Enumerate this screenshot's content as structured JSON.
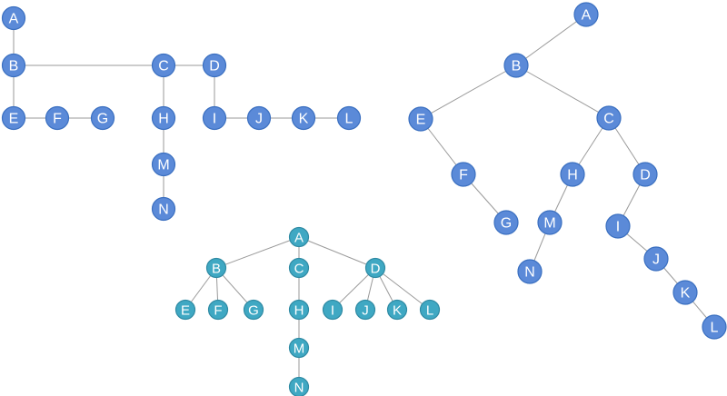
{
  "diagrams": {
    "tree1": {
      "nodes": [
        "A",
        "B",
        "C",
        "D",
        "E",
        "F",
        "G",
        "H",
        "I",
        "J",
        "K",
        "L",
        "M",
        "N"
      ]
    },
    "tree2": {
      "nodes": [
        "A",
        "B",
        "C",
        "D",
        "E",
        "F",
        "G",
        "H",
        "I",
        "J",
        "K",
        "L",
        "M",
        "N"
      ]
    },
    "tree3": {
      "nodes": [
        "A",
        "B",
        "C",
        "D",
        "E",
        "F",
        "G",
        "H",
        "I",
        "J",
        "K",
        "L",
        "M",
        "N"
      ]
    }
  },
  "colors": {
    "node_blue": "#5b8ad8",
    "node_teal": "#3fa8c3",
    "edge": "#9a9a9a"
  }
}
